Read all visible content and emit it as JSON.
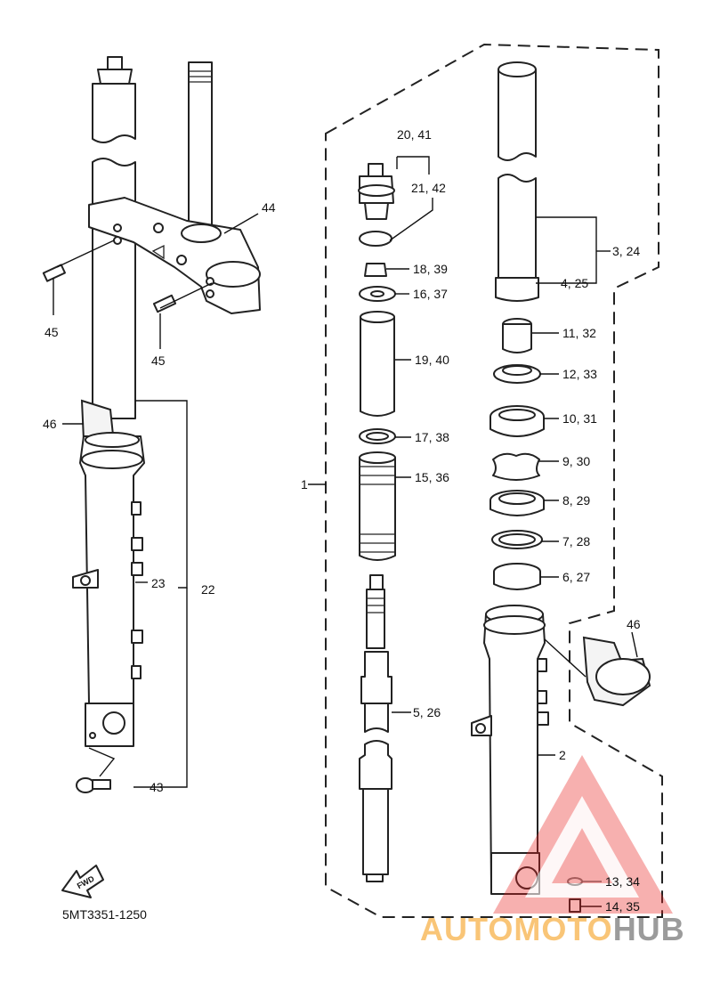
{
  "diagram_code": "5MT3351-1250",
  "fwd_label": "FWD",
  "watermark": {
    "part1": "AUTO",
    "part2": "MOTO",
    "part3": "HUB",
    "color1": "#f7b24a",
    "color2": "#f7b24a",
    "color3": "#7a7a7a",
    "logo_color": "#e8201f"
  },
  "labels": {
    "l_1": "1",
    "l_2": "2",
    "l_3_24": "3, 24",
    "l_4_25": "4, 25",
    "l_5_26": "5, 26",
    "l_6_27": "6, 27",
    "l_7_28": "7, 28",
    "l_8_29": "8, 29",
    "l_9_30": "9, 30",
    "l_10_31": "10, 31",
    "l_11_32": "11, 32",
    "l_12_33": "12, 33",
    "l_13_34": "13, 34",
    "l_14_35": "14, 35",
    "l_15_36": "15, 36",
    "l_16_37": "16, 37",
    "l_17_38": "17, 38",
    "l_18_39": "18, 39",
    "l_19_40": "19, 40",
    "l_20_41": "20, 41",
    "l_21_42": "21, 42",
    "l_22": "22",
    "l_23": "23",
    "l_43": "43",
    "l_44": "44",
    "l_45a": "45",
    "l_45b": "45",
    "l_46a": "46",
    "l_46b": "46"
  }
}
